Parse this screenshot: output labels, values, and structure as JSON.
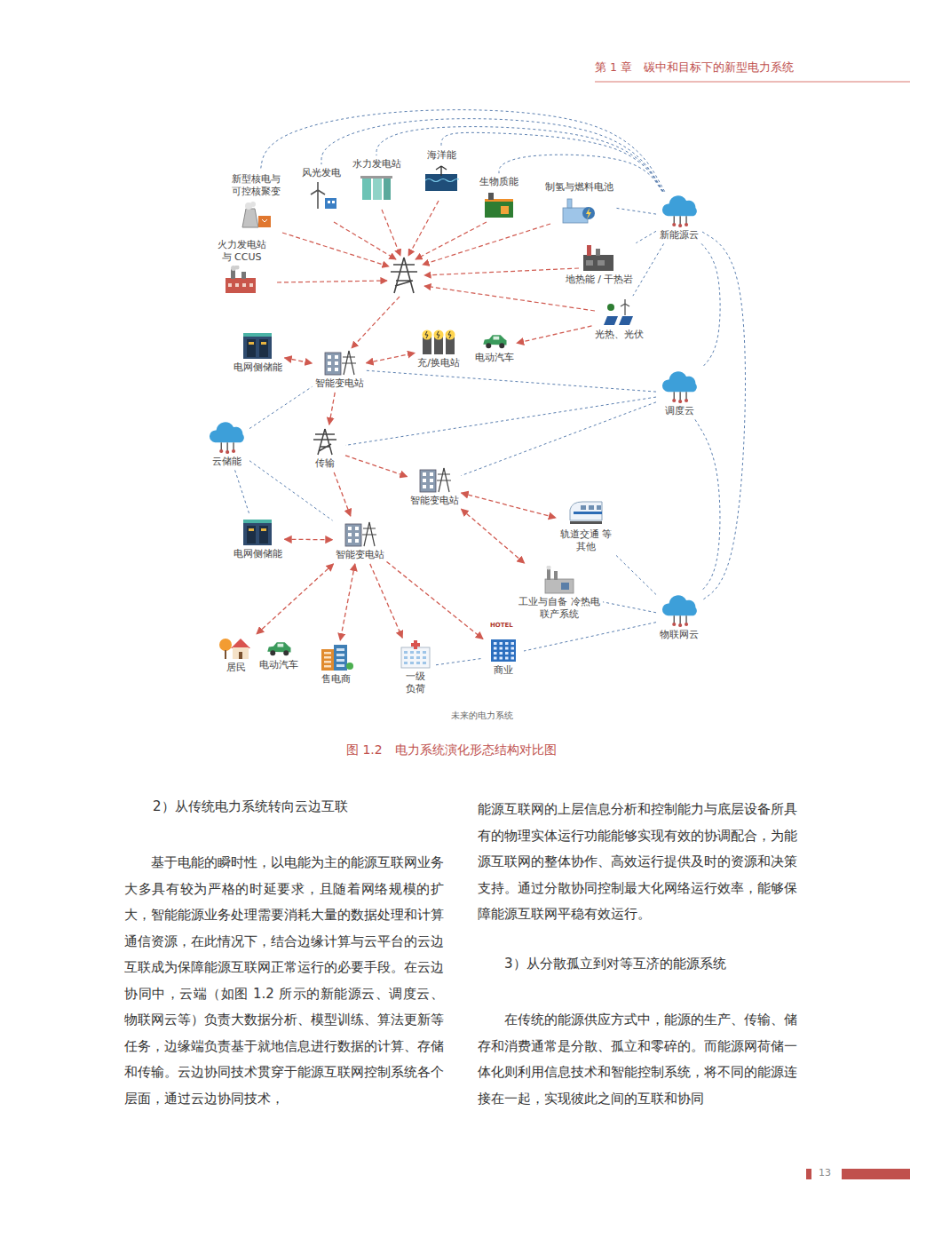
{
  "diagram": {
    "caption": "图 1.2　电力系统演化形态结构对比图",
    "nodes": [
      {
        "text": [
          "新型核电与 可控核聚变"
        ]
      },
      {
        "text": [
          "风光发电"
        ]
      },
      {
        "text": [
          "水力发电站"
        ]
      },
      {
        "text": [
          "海洋能"
        ]
      },
      {
        "text": [
          "生物质能"
        ]
      },
      {
        "text": [
          "制氢与燃料电池"
        ]
      },
      {
        "text": [
          "新能源云"
        ]
      },
      {
        "text": [
          "火力发电站 与 CCUS"
        ]
      },
      {
        "text": [
          "地热能 / 干热岩"
        ]
      },
      {
        "text": [
          "光热、光伏"
        ]
      },
      {
        "text": [
          "电网侧储能"
        ]
      },
      {
        "text": [
          "智能变电站"
        ]
      },
      {
        "text": [
          "充/换电站"
        ]
      },
      {
        "text": [
          "电动汽车"
        ]
      },
      {
        "text": [
          "调度云"
        ]
      },
      {
        "text": [
          "云储能"
        ]
      },
      {
        "text": [
          "传输"
        ]
      },
      {
        "text": [
          "智能变电站"
        ]
      },
      {
        "text": [
          "轨道交通 等其他"
        ]
      },
      {
        "text": [
          "电网侧储能"
        ]
      },
      {
        "text": [
          "智能变电站"
        ]
      },
      {
        "text": [
          "工业与自备 冷热电联产系统"
        ]
      },
      {
        "text": [
          "物联网云"
        ]
      },
      {
        "text": [
          "居民"
        ]
      },
      {
        "text": [
          "电动汽车"
        ]
      },
      {
        "text": [
          "售电商"
        ]
      },
      {
        "text": [
          "一级 负荷"
        ]
      },
      {
        "text": [
          "商业"
        ]
      }
    ],
    "edges": [
      {
        "from": 6,
        "to": 0,
        "arrow": "none"
      },
      {
        "from": 6,
        "to": 1,
        "arrow": "none"
      },
      {
        "from": 6,
        "to": 2,
        "arrow": "none"
      },
      {
        "from": 6,
        "to": 3,
        "arrow": "none"
      },
      {
        "from": 6,
        "to": 4,
        "arrow": "none"
      },
      {
        "from": 6,
        "to": 5,
        "arrow": "none"
      },
      {
        "from": 6,
        "to": 8,
        "arrow": "none"
      },
      {
        "from": 6,
        "to": 9,
        "arrow": "none"
      },
      {
        "from": 6,
        "to": 14,
        "arrow": "none"
      },
      {
        "from": 14,
        "to": 22,
        "arrow": "none"
      },
      {
        "from": 6,
        "to": 22,
        "arrow": "none"
      },
      {
        "from": 9,
        "to": 13,
        "arrow": "to"
      },
      {
        "from": 10,
        "to": 11,
        "arrow": "both"
      },
      {
        "from": 11,
        "to": 12,
        "arrow": "both"
      },
      {
        "from": 11,
        "to": 16,
        "arrow": "to"
      },
      {
        "from": 14,
        "to": 11,
        "arrow": "none"
      },
      {
        "from": 14,
        "to": 16,
        "arrow": "none"
      },
      {
        "from": 14,
        "to": 17,
        "arrow": "none"
      },
      {
        "from": 15,
        "to": 11,
        "arrow": "none"
      },
      {
        "from": 15,
        "to": 19,
        "arrow": "none"
      },
      {
        "from": 15,
        "to": 20,
        "arrow": "none"
      },
      {
        "from": 16,
        "to": 17,
        "arrow": "to"
      },
      {
        "from": 16,
        "to": 20,
        "arrow": "to"
      },
      {
        "from": 17,
        "to": 18,
        "arrow": "both"
      },
      {
        "from": 17,
        "to": 21,
        "arrow": "both"
      },
      {
        "from": 19,
        "to": 20,
        "arrow": "both"
      },
      {
        "from": 20,
        "to": 23,
        "arrow": "both"
      },
      {
        "from": 20,
        "to": 25,
        "arrow": "both"
      },
      {
        "from": 20,
        "to": 26,
        "arrow": "to"
      },
      {
        "from": 20,
        "to": 27,
        "arrow": "to"
      },
      {
        "from": 22,
        "to": 18,
        "arrow": "none"
      },
      {
        "from": 22,
        "to": 21,
        "arrow": "none"
      },
      {
        "from": 22,
        "to": 27,
        "arrow": "none"
      },
      {
        "from": 26,
        "to": 27,
        "arrow": "none"
      }
    ],
    "labels": [
      "第 1 章　碳中和目标下的新型电力系统",
      "HOTEL",
      "未来的电力系统",
      "2）从传统电力系统转向云边互联",
      "基于电能的瞬时性，以电能为主的能源互联网业务大多具有较为严格的时延要求，且随着网络规模的扩大，智能能源业务处理需要消耗大量的数据处理和计算通信资源，在此情况下，结合边缘计算与云平台的云边互联成为保障能源互联网正常运行的必要手段。在云边协同中，云端（如图 1.2 所示的新能源云、调度云、物联网云等）负责大数据分析、模型训练、算法更新等任务，边缘端负责基于就地信息进行数据的计算、存储和传输。云边协同技术贯穿于能源互联网控制系统各个层面，通过云边协同技术，",
      "能源互联网的上层信息分析和控制能力与底层设备所具有的物理实体运行功能能够实现有效的协调配合，为能源互联网的整体协作、高效运行提供及时的资源和决策支持。通过分散协同控制最大化网络运行效率，能够保障能源互联网平稳有效运行。",
      "3）从分散孤立到对等互济的能源系统",
      "在传统的能源供应方式中，能源的生产、传输、储存和消费通常是分散、孤立和零碎的。而能源网荷储一体化则利用信息技术和智能控制系统，将不同的能源连接在一起，实现彼此之间的互联和协同",
      "13"
    ]
  }
}
